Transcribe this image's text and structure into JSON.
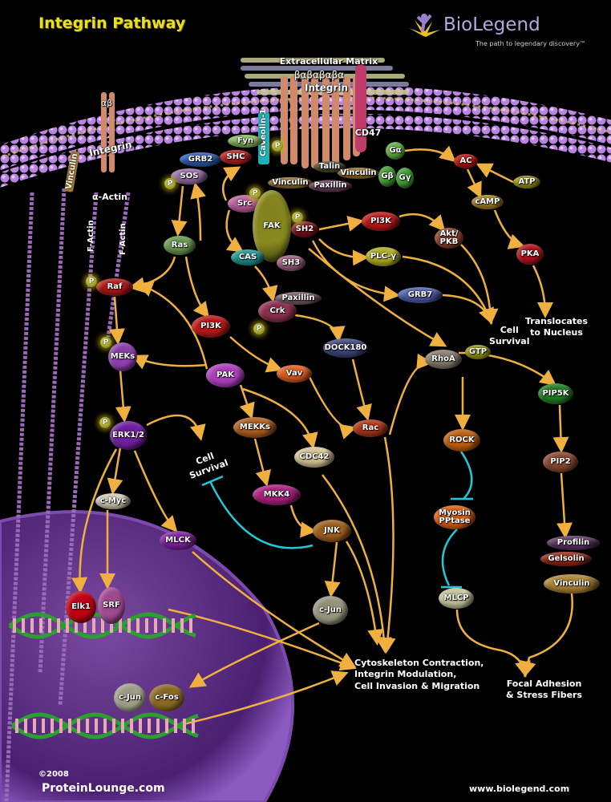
{
  "header": {
    "title": "Integrin Pathway",
    "logo_name": "BioLegend",
    "logo_tagline": "The path to legendary discovery™"
  },
  "membrane": {
    "ecm_label": "Extracellular Matrix",
    "integrin_subunits": "βαβαβαβα",
    "integrin_label": "Integrin",
    "left_integrin_subunits": "αβ",
    "left_integrin_label": "Integrin",
    "caveolin": "Caveolin-1",
    "cd47": "CD47"
  },
  "cytoskeleton": {
    "vinculin": "Vinculin",
    "alpha_actin": "α-Actin",
    "f_actin_1": "F-Actin",
    "f_actin_2": "F-Actin"
  },
  "nodes": {
    "fyn": "Fyn",
    "shc": "SHC",
    "grb2": "GRB2",
    "sos": "SOS",
    "src": "Src",
    "fak": "FAK",
    "vinculin_fak": "Vinculin",
    "talin": "Talin",
    "paxillin_mem": "Paxillin",
    "vinculin_mem": "Vinculin",
    "g_alpha": "Gα",
    "g_beta": "Gβ",
    "g_gamma": "Gγ",
    "ac": "AC",
    "atp": "ATP",
    "camp": "cAMP",
    "pka": "PKA",
    "sh2": "SH2",
    "sh3": "SH3",
    "pi3k_top": "PI3K",
    "akt": "Akt/\nPKB",
    "plc": "PLC-γ",
    "grb7": "GRB7",
    "ras": "Ras",
    "cas": "CAS",
    "crk": "Crk",
    "paxillin": "Paxillin",
    "raf": "Raf",
    "pi3k_mid": "PI3K",
    "meks": "MEKs",
    "pak": "PAK",
    "vav": "Vav",
    "dock180": "DOCK180",
    "rhoa": "RhoA",
    "gtp": "GTP",
    "pip5k": "PIP5K",
    "erk": "ERK1/2",
    "mekks": "MEKKs",
    "rac": "Rac",
    "cdc42": "CDC42",
    "rock": "ROCK",
    "pip2": "PIP2",
    "cmyc": "c-Myc",
    "mkk4": "MKK4",
    "mlck": "MLCK",
    "jnk": "JNK",
    "myosin": "Myosin\nPPtase",
    "profilin": "Profilin",
    "gelsolin": "Gelsolin",
    "vinculin_bottom": "Vinculin",
    "mlcp": "MLCP",
    "cjun": "c-Jun",
    "elk1": "Elk1",
    "srf": "SRF",
    "cjun_nuc": "c-Jun",
    "cfos": "c-Fos",
    "phospho": "P"
  },
  "outcomes": {
    "cell_survival_right": "Cell\nSurvival",
    "translocates": "Translocates\nto Nucleus",
    "cell_survival_left": "Cell\nSurvival",
    "cytoskeleton": "Cytoskeleton Contraction,\nIntegrin Modulation,\nCell Invasion & Migration",
    "focal_adhesion": "Focal Adhesion\n& Stress Fibers"
  },
  "footer": {
    "copyright": "©2008",
    "publisher": "ProteinLounge.com",
    "url": "www.biolegend.com"
  },
  "colors": {
    "arrow": "#f0b040",
    "inhibit": "#20c8d8",
    "membrane": "#b070d8",
    "title": "#e8e020",
    "nucleus": "#5a2a80"
  }
}
